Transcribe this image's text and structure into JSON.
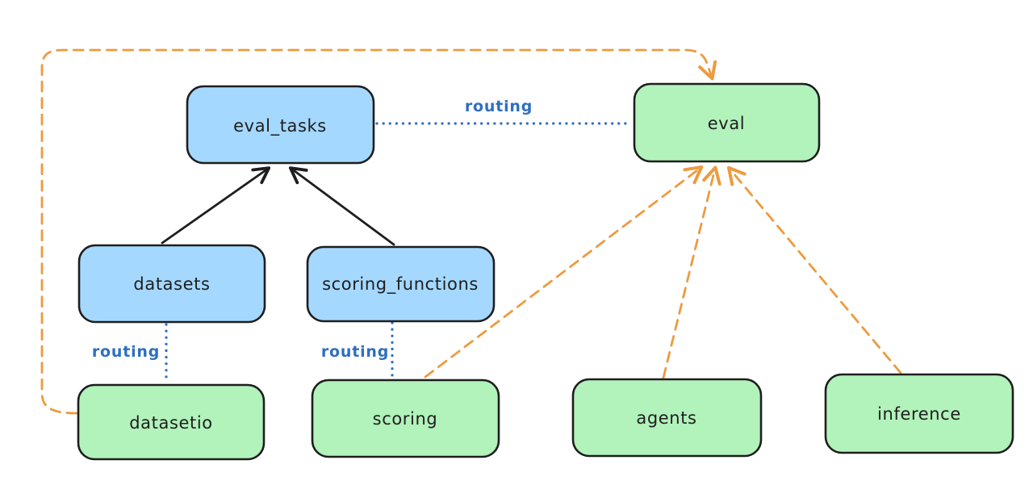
{
  "diagram": {
    "description": "Architecture diagram linking eval APIs to providers",
    "colors": {
      "api_node_fill": "#a5d8ff",
      "provider_node_fill": "#b2f2bb",
      "node_stroke": "#1e1e1e",
      "routing_blue": "#2e6fc0",
      "provider_orange": "#ec9b40",
      "arrow_black": "#1e1e1e",
      "background": "#ffffff"
    },
    "nodes": {
      "eval_tasks": {
        "label": "eval_tasks",
        "kind": "api"
      },
      "eval": {
        "label": "eval",
        "kind": "provider"
      },
      "datasets": {
        "label": "datasets",
        "kind": "api"
      },
      "scoring_functions": {
        "label": "scoring_functions",
        "kind": "api"
      },
      "datasetio": {
        "label": "datasetio",
        "kind": "provider"
      },
      "scoring": {
        "label": "scoring",
        "kind": "provider"
      },
      "agents": {
        "label": "agents",
        "kind": "provider"
      },
      "inference": {
        "label": "inference",
        "kind": "provider"
      }
    },
    "edge_labels": {
      "routing_top": "routing",
      "routing_left": "routing",
      "routing_mid": "routing"
    },
    "edges": [
      {
        "from": "datasets",
        "to": "eval_tasks",
        "style": "solid",
        "color": "black",
        "arrow": true
      },
      {
        "from": "scoring_functions",
        "to": "eval_tasks",
        "style": "solid",
        "color": "black",
        "arrow": true
      },
      {
        "from": "eval_tasks",
        "to": "eval",
        "style": "dotted",
        "color": "blue",
        "label": "routing",
        "arrow": false
      },
      {
        "from": "datasets",
        "to": "datasetio",
        "style": "dotted",
        "color": "blue",
        "label": "routing",
        "arrow": false
      },
      {
        "from": "scoring_functions",
        "to": "scoring",
        "style": "dotted",
        "color": "blue",
        "label": "routing",
        "arrow": false
      },
      {
        "from": "datasetio",
        "to": "eval",
        "style": "dashed",
        "color": "orange",
        "arrow": true,
        "route": "loop-around-top-left"
      },
      {
        "from": "scoring",
        "to": "eval",
        "style": "dashed",
        "color": "orange",
        "arrow": true
      },
      {
        "from": "agents",
        "to": "eval",
        "style": "dashed",
        "color": "orange",
        "arrow": true
      },
      {
        "from": "inference",
        "to": "eval",
        "style": "dashed",
        "color": "orange",
        "arrow": true
      }
    ]
  }
}
